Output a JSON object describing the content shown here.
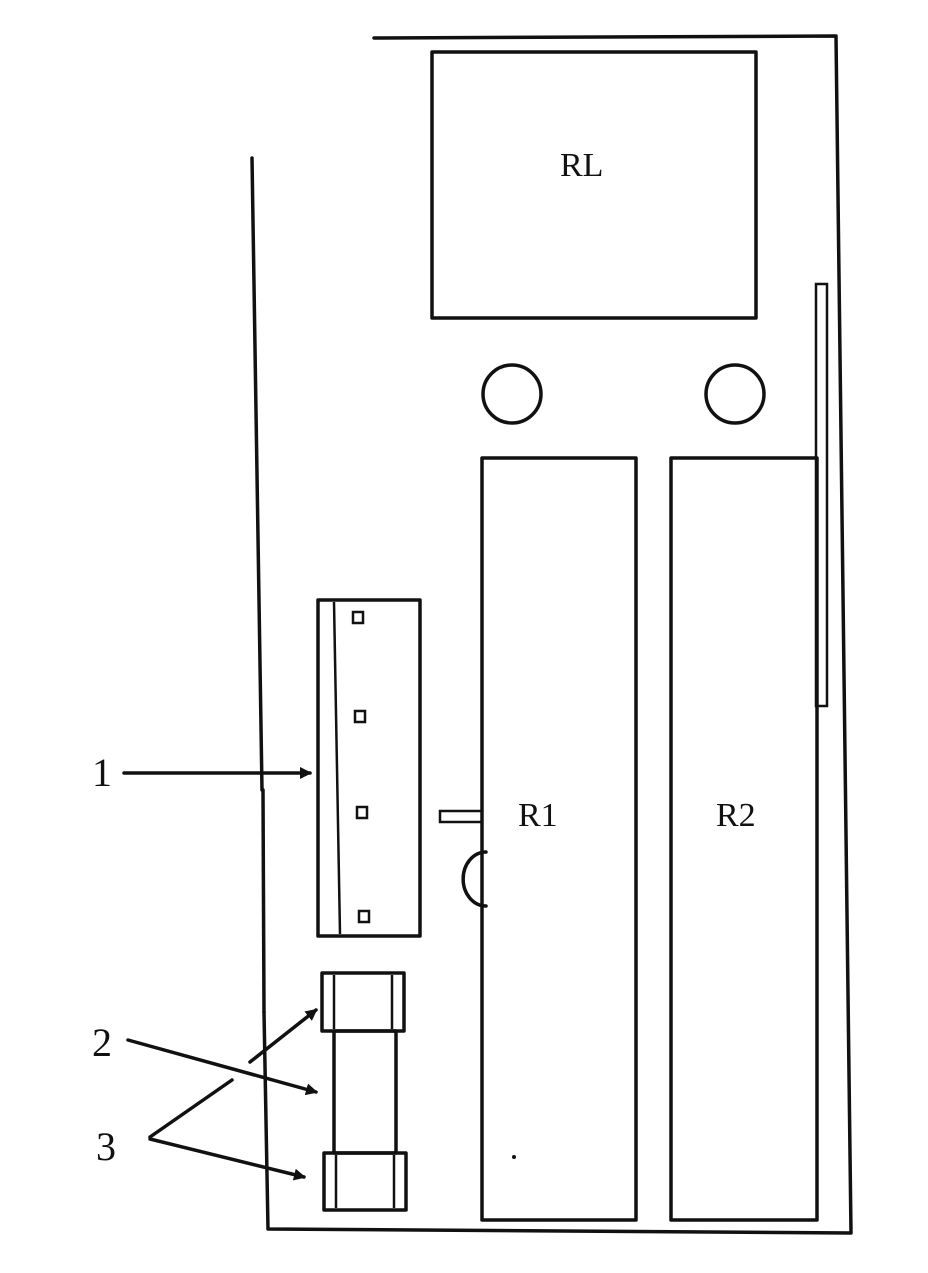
{
  "labels": {
    "relay": "RL",
    "resistor_1": "R1",
    "resistor_2": "R2"
  },
  "callouts": {
    "connector": "1",
    "fuse_body": "2",
    "fuse_caps": "3"
  }
}
